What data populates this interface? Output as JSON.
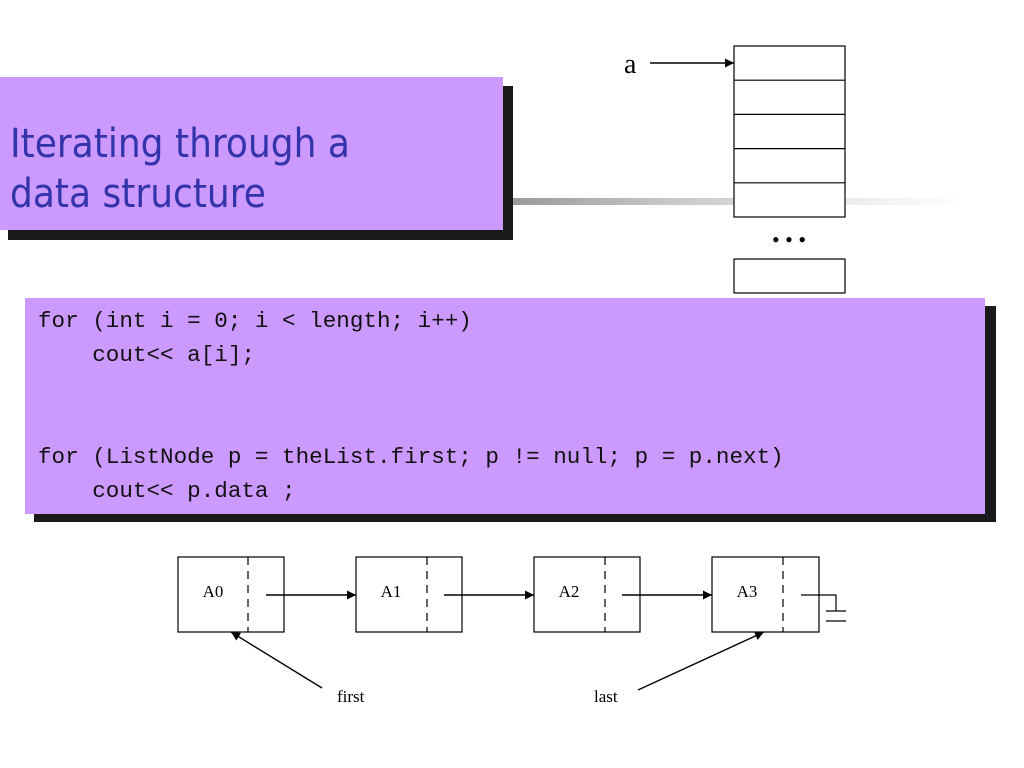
{
  "slide": {
    "title_lines": [
      "Iterating through a",
      "data structure"
    ],
    "accent_color": "#cc99ff",
    "title_color": "#3333aa"
  },
  "array_figure": {
    "pointer_label": "a",
    "ellipsis": "• • •"
  },
  "code": {
    "lines": [
      "for (int i = 0; i < length; i++)",
      "    cout<< a[i];",
      "",
      "",
      "for (ListNode p = theList.first; p != null; p = p.next)",
      "    cout<< p.data ;"
    ]
  },
  "list_figure": {
    "nodes": [
      "A0",
      "A1",
      "A2",
      "A3"
    ],
    "first_label": "first",
    "last_label": "last"
  }
}
